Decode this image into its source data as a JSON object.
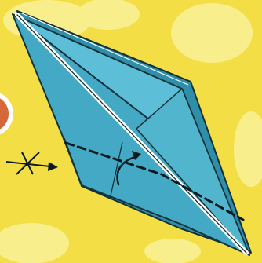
{
  "colors": {
    "background": "#f3df45",
    "background_blob": "#f9ee8c",
    "paper": "#43a9c4",
    "paper_light": "#5cbfd7",
    "paper_dark": "#2f8ea9",
    "outline": "#15323b",
    "fold_line": "#0b1a20",
    "crease": "#ffffff",
    "side_object": "#d5683a",
    "side_object_rim": "#ffffff"
  },
  "symbols": {
    "valley_fold": "dashed-line",
    "fold_direction": "curved-arrow",
    "turn_point": "x-arrow"
  }
}
